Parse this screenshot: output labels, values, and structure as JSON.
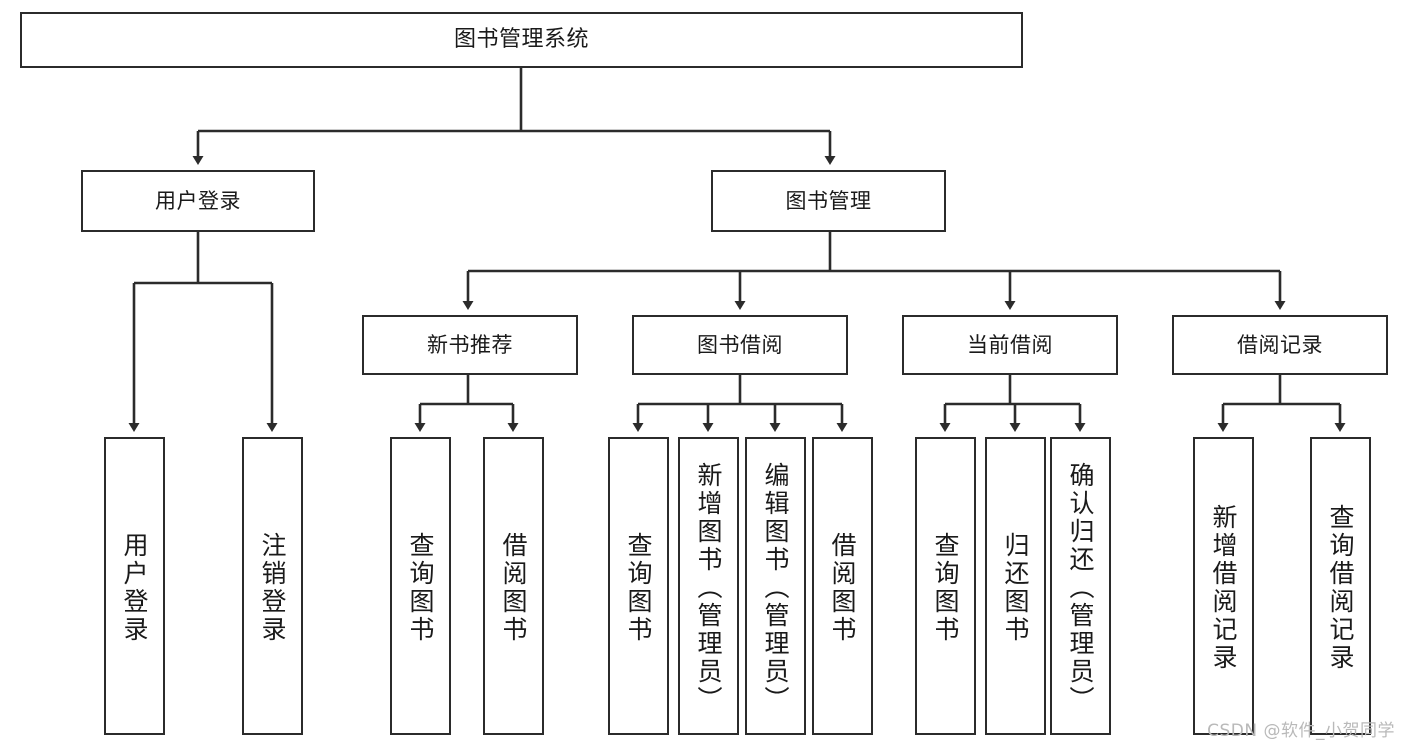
{
  "diagram": {
    "title": "图书管理系统",
    "type": "hierarchy-tree",
    "root": {
      "id": "root",
      "label": "图书管理系统"
    },
    "level2": [
      {
        "id": "user-login",
        "label": "用户登录"
      },
      {
        "id": "book-management",
        "label": "图书管理"
      }
    ],
    "level3": [
      {
        "id": "new-book-recommend",
        "label": "新书推荐",
        "parent": "book-management"
      },
      {
        "id": "book-borrow",
        "label": "图书借阅",
        "parent": "book-management"
      },
      {
        "id": "current-borrow",
        "label": "当前借阅",
        "parent": "book-management"
      },
      {
        "id": "borrow-record",
        "label": "借阅记录",
        "parent": "book-management"
      }
    ],
    "leaves": [
      {
        "id": "leaf-user-login",
        "label": "用户登录",
        "parent": "user-login"
      },
      {
        "id": "leaf-logout-login",
        "label": "注销登录",
        "parent": "user-login"
      },
      {
        "id": "leaf-query-book-1",
        "label": "查询图书",
        "parent": "new-book-recommend"
      },
      {
        "id": "leaf-borrow-book-1",
        "label": "借阅图书",
        "parent": "new-book-recommend"
      },
      {
        "id": "leaf-query-book-2",
        "label": "查询图书",
        "parent": "book-borrow"
      },
      {
        "id": "leaf-add-book",
        "label": "新增图书（管理员）",
        "parent": "book-borrow"
      },
      {
        "id": "leaf-edit-book",
        "label": "编辑图书（管理员）",
        "parent": "book-borrow"
      },
      {
        "id": "leaf-borrow-book-2",
        "label": "借阅图书",
        "parent": "book-borrow"
      },
      {
        "id": "leaf-query-book-3",
        "label": "查询图书",
        "parent": "current-borrow"
      },
      {
        "id": "leaf-return-book",
        "label": "归还图书",
        "parent": "current-borrow"
      },
      {
        "id": "leaf-confirm-return",
        "label": "确认归还（管理员）",
        "parent": "current-borrow"
      },
      {
        "id": "leaf-add-record",
        "label": "新增借阅记录",
        "parent": "borrow-record"
      },
      {
        "id": "leaf-query-record",
        "label": "查询借阅记录",
        "parent": "borrow-record"
      }
    ],
    "colors": {
      "stroke": "#2b2b2b",
      "fill": "#ffffff",
      "text": "#1a1a1a",
      "watermark": "#b9b9b9"
    }
  },
  "watermark": {
    "text": "CSDN @软件_小贺同学"
  }
}
